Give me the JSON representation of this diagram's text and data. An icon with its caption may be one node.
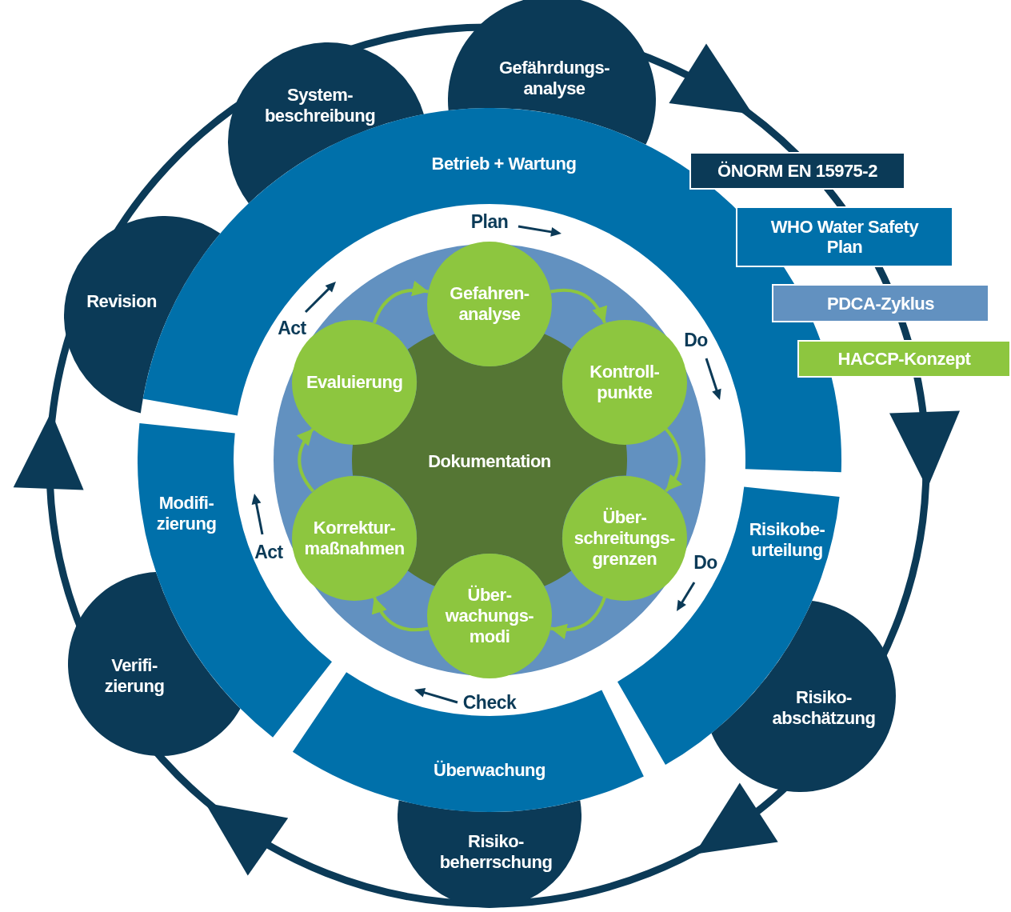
{
  "diagram": {
    "nodes": [
      {
        "text": [
          "System- beschreibung"
        ]
      },
      {
        "text": [
          "Gefährdungs- analyse"
        ]
      },
      {
        "text": [
          "Revision"
        ]
      },
      {
        "text": [
          "Risiko- abschätzung"
        ]
      },
      {
        "text": [
          "Verifi- zierung"
        ]
      },
      {
        "text": [
          "Risiko- beherrschung"
        ]
      },
      {
        "text": [
          "Betrieb + Wartung"
        ]
      },
      {
        "text": [
          "Risikobe- urteilung"
        ]
      },
      {
        "text": [
          "Überwachung"
        ]
      },
      {
        "text": [
          "Modifi- zierung"
        ]
      },
      {
        "text": [
          "Dokumentation"
        ]
      },
      {
        "text": [
          "Gefahren- analyse"
        ]
      },
      {
        "text": [
          "Kontroll- punkte"
        ]
      },
      {
        "text": [
          "Über- schreitungs- grenzen"
        ]
      },
      {
        "text": [
          "Über- wachungs- modi"
        ]
      },
      {
        "text": [
          "Korrektur- maßnahmen"
        ]
      },
      {
        "text": [
          "Evaluierung"
        ]
      }
    ],
    "edges": [
      {
        "from": 11,
        "to": 12,
        "arrow": "to"
      },
      {
        "from": 12,
        "to": 13,
        "arrow": "to"
      },
      {
        "from": 13,
        "to": 14,
        "arrow": "to"
      },
      {
        "from": 14,
        "to": 15,
        "arrow": "to"
      },
      {
        "from": 15,
        "to": 16,
        "arrow": "to"
      },
      {
        "from": 16,
        "to": 11,
        "arrow": "to"
      }
    ],
    "labels": [
      "Plan",
      "Act",
      "Do",
      "Act",
      "Do",
      "Check"
    ],
    "legend": [
      {
        "text": "ÖNORM EN 15975-2",
        "color": "#0b3a57"
      },
      {
        "text": "WHO Water Safety Plan",
        "color": "#0070aa"
      },
      {
        "text": "PDCA-Zyklus",
        "color": "#6291c0"
      },
      {
        "text": "HACCP-Konzept",
        "color": "#8dc63f"
      }
    ]
  }
}
